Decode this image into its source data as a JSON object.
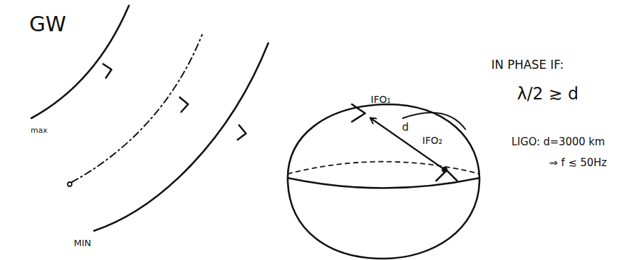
{
  "diagram": {
    "labels": [
      "GW",
      "max",
      "MIN",
      "IFO₁",
      "d",
      "IFO₂",
      "IN PHASE IF:",
      "λ/2 ≳ d",
      "LIGO: d=3000 km",
      "⇒ f ≲ 50Hz"
    ]
  }
}
